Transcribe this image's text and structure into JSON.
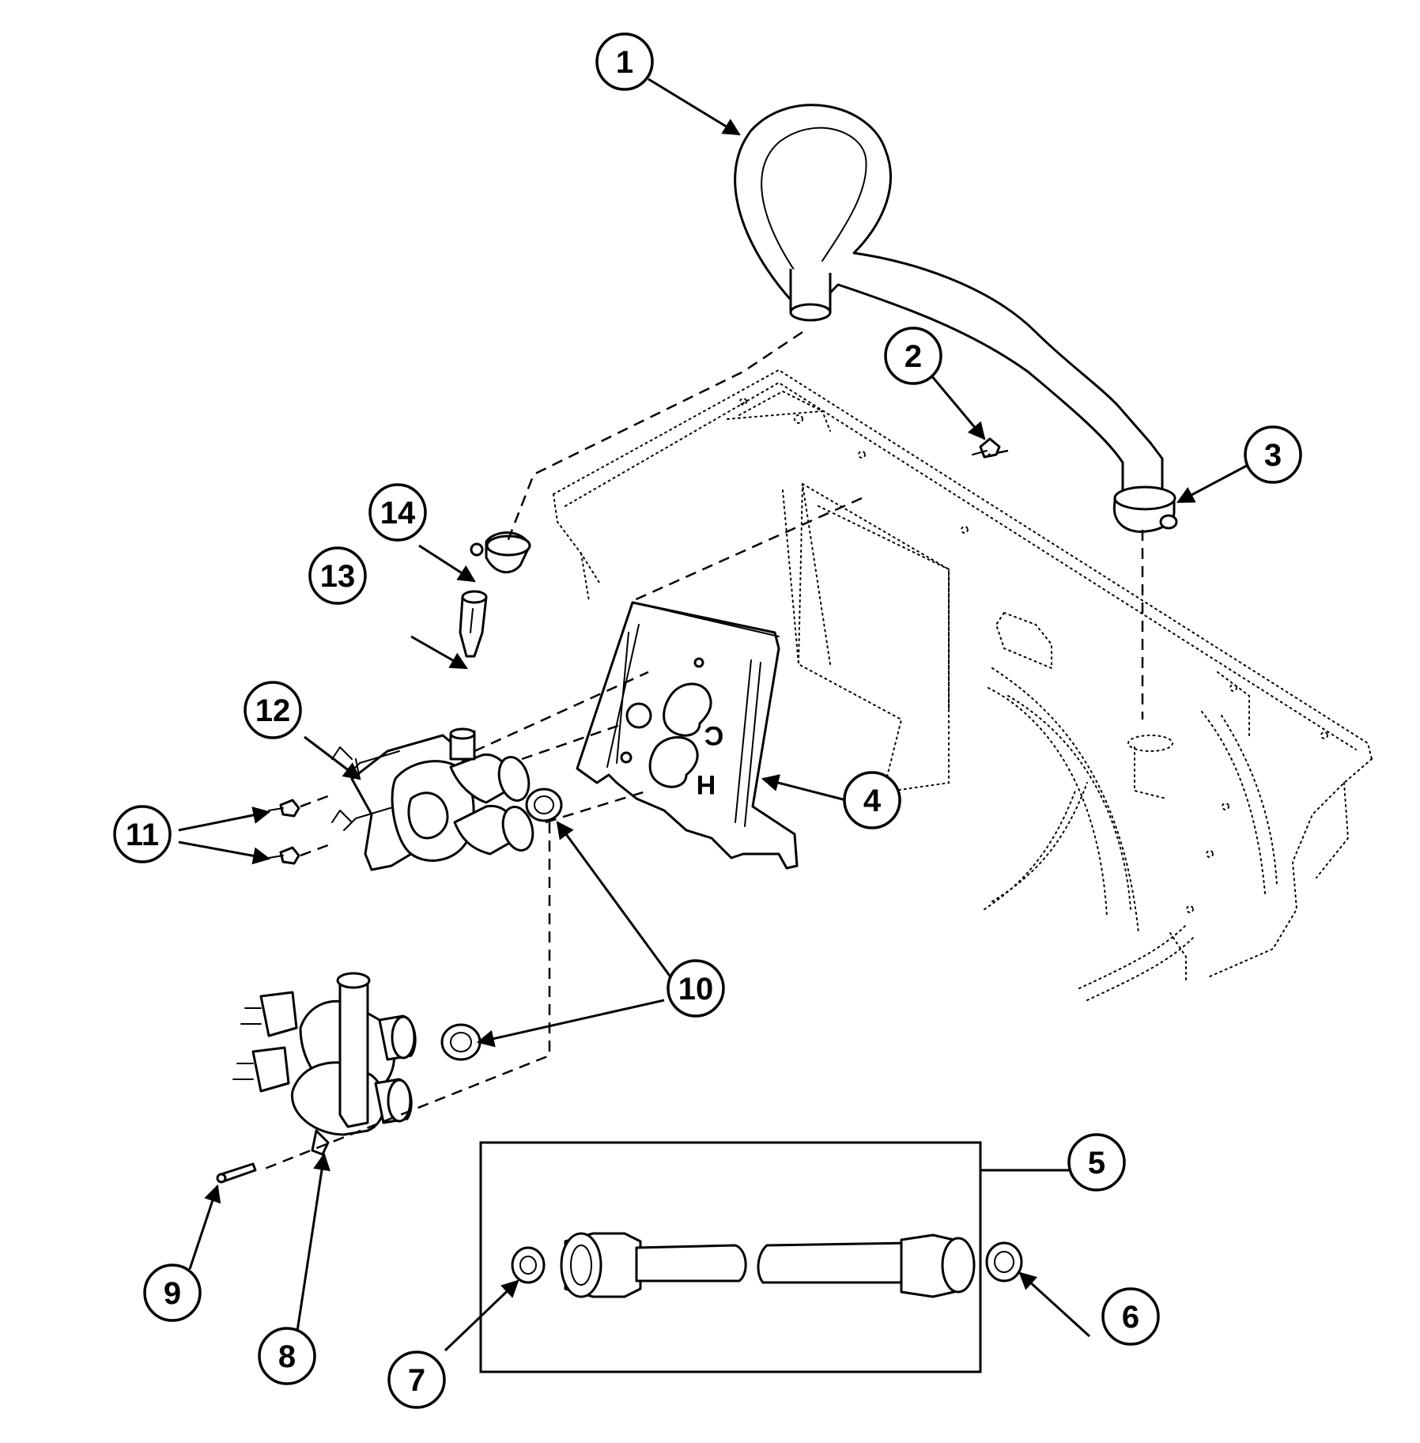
{
  "diagram": {
    "callouts": [
      {
        "id": "1",
        "label": "1"
      },
      {
        "id": "2",
        "label": "2"
      },
      {
        "id": "3",
        "label": "3"
      },
      {
        "id": "4",
        "label": "4"
      },
      {
        "id": "5",
        "label": "5"
      },
      {
        "id": "6",
        "label": "6"
      },
      {
        "id": "7",
        "label": "7"
      },
      {
        "id": "8",
        "label": "8"
      },
      {
        "id": "9",
        "label": "9"
      },
      {
        "id": "10",
        "label": "10"
      },
      {
        "id": "11",
        "label": "11"
      },
      {
        "id": "12",
        "label": "12"
      },
      {
        "id": "13",
        "label": "13"
      },
      {
        "id": "14",
        "label": "14"
      }
    ],
    "bracket_markings": {
      "cold": "C",
      "hot": "H"
    }
  }
}
